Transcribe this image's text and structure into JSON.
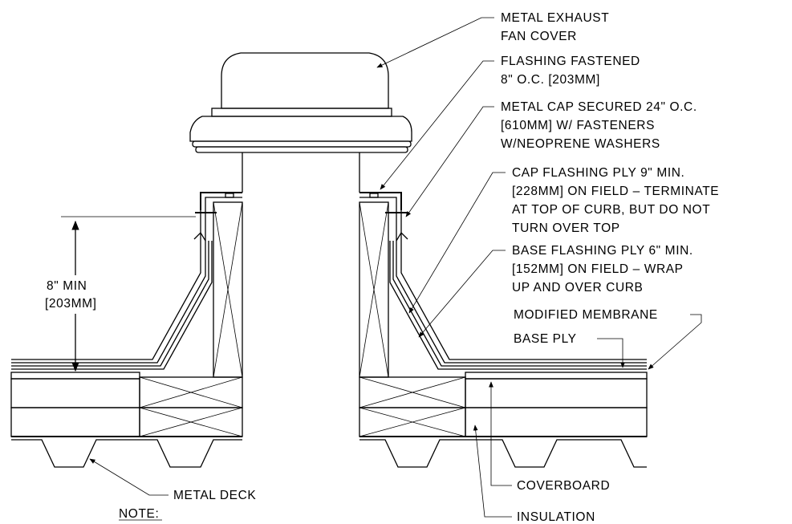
{
  "labels": {
    "fan_cover": [
      "METAL EXHAUST",
      "FAN COVER"
    ],
    "flashing_fastened": [
      "FLASHING FASTENED",
      "8\" O.C. [203MM]"
    ],
    "metal_cap": [
      "METAL CAP SECURED 24\" O.C.",
      "[610MM] W/ FASTENERS",
      "W/NEOPRENE WASHERS"
    ],
    "cap_flashing": [
      "CAP FLASHING PLY 9\" MIN.",
      "[228MM] ON FIELD – TERMINATE",
      "AT TOP OF CURB, BUT DO NOT",
      "TURN OVER TOP"
    ],
    "base_flashing": [
      "BASE FLASHING PLY 6\" MIN.",
      "[152MM] ON FIELD – WRAP",
      "UP AND OVER CURB"
    ],
    "modified_membrane": "MODIFIED MEMBRANE",
    "base_ply": "BASE PLY",
    "dimension": [
      "8\" MIN",
      "[203MM]"
    ],
    "metal_deck": "METAL DECK",
    "coverboard": "COVERBOARD",
    "insulation": "INSULATION",
    "note": "NOTE:"
  }
}
